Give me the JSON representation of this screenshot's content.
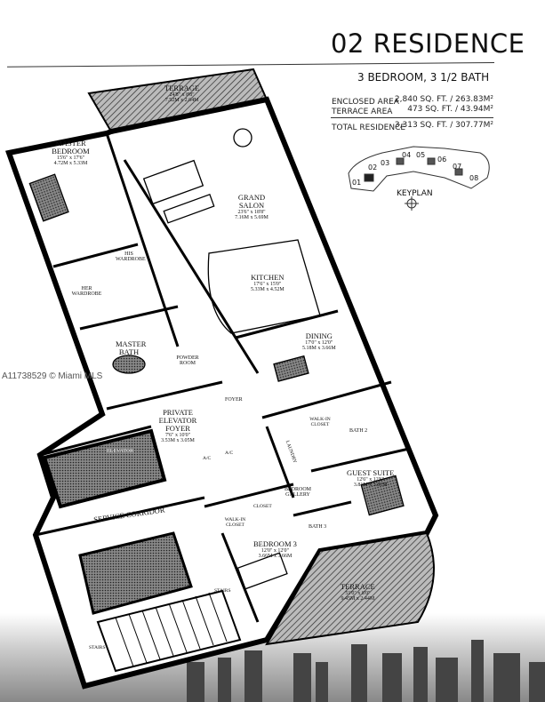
{
  "header": {
    "title": "02 RESIDENCE",
    "subtitle": "3 BEDROOM, 3 1/2 BATH"
  },
  "areas": {
    "enclosed_label": "ENCLOSED AREA",
    "enclosed_value": "2,840 SQ. FT. / 263.83M²",
    "terrace_label": "TERRACE AREA",
    "terrace_value": "473 SQ. FT. / 43.94M²",
    "total_label": "TOTAL RESIDENCE",
    "total_value": "3,313 SQ. FT. / 307.77M²"
  },
  "keyplan": {
    "label": "KEYPLAN",
    "units": [
      "01",
      "02",
      "03",
      "04",
      "05",
      "06",
      "07",
      "08"
    ],
    "highlighted": "02",
    "compass_icon": "compass-rose-icon"
  },
  "rooms": {
    "terrace_top": {
      "name": "TERRAGE",
      "dim_ft": "24'8\" x 8'8\"",
      "dim_m": "7.52M x 2.64M"
    },
    "master_bedroom": {
      "name": "MASTER BEDROOM",
      "dim_ft": "15'6\" x 17'6\"",
      "dim_m": "4.72M x 5.33M"
    },
    "grand_salon": {
      "name": "GRAND SALON",
      "dim_ft": "23'6\" x 18'8\"",
      "dim_m": "7.16M x 5.69M"
    },
    "his_wardrobe": {
      "name": "HIS WARDROBE"
    },
    "her_wardrobe": {
      "name": "HER WARDROBE"
    },
    "kitchen": {
      "name": "KITCHEN",
      "dim_ft": "17'6\" x 15'0\"",
      "dim_m": "5.33M x 4.52M"
    },
    "master_bath": {
      "name": "MASTER BATH"
    },
    "powder_room": {
      "name": "POWDER ROOM"
    },
    "dining": {
      "name": "DINING",
      "dim_ft": "17'0\" x 12'0\"",
      "dim_m": "5.18M x 3.66M"
    },
    "foyer": {
      "name": "FOYER"
    },
    "private_elevator_foyer": {
      "name": "PRIVATE ELEVATOR FOYER",
      "dim_ft": "7'6\" x 10'0\"",
      "dim_m": "3.53M x 3.05M"
    },
    "elevator": {
      "name": "ELEVATOR"
    },
    "walkin_closet_1": {
      "name": "WALK-IN CLOSET"
    },
    "bath2": {
      "name": "BATH 2"
    },
    "laundry": {
      "name": "LAUNDRY"
    },
    "ac_1": {
      "name": "A/C"
    },
    "ac_2": {
      "name": "A/C"
    },
    "guest_suite": {
      "name": "GUEST SUITE",
      "dim_ft": "12'6\" x 12'6\"",
      "dim_m": "3.81M x 3.81M"
    },
    "bedroom_gallery": {
      "name": "BEDROOM GALLERY"
    },
    "closet": {
      "name": "CLOSET"
    },
    "walkin_closet_2": {
      "name": "WALK-IN CLOSET"
    },
    "bath3": {
      "name": "BATH 3"
    },
    "bedroom3": {
      "name": "BEDROOM 3",
      "dim_ft": "12'0\" x 12'0\"",
      "dim_m": "3.66M x 3.66M"
    },
    "service_corridor": {
      "name": "SERVICE CORRIDOR"
    },
    "stairs_1": {
      "name": "STAIRS"
    },
    "stairs_2": {
      "name": "STAIRS"
    },
    "terrace_bottom": {
      "name": "TERRACE",
      "dim_ft": "51'0\" x 8'0\"",
      "dim_m": "9.45M x 2.44M"
    }
  },
  "watermark": "A11738529 © Miami MLS"
}
